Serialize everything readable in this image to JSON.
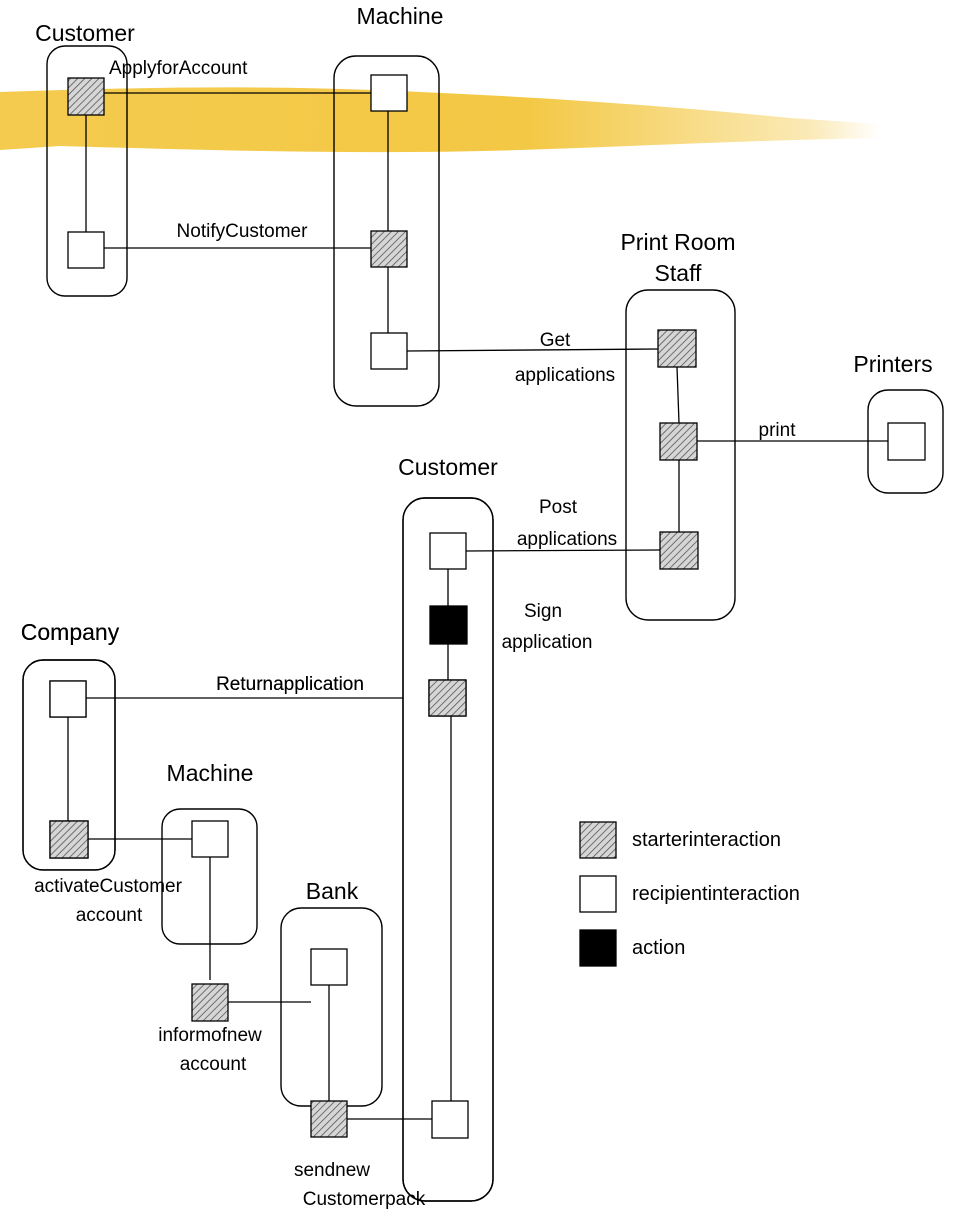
{
  "actors": {
    "customer_top": "Customer",
    "machine_top": "Machine",
    "print_room_staff": [
      "Print Room",
      "Staff"
    ],
    "printers": "Printers",
    "customer_mid": "Customer",
    "company": "Company",
    "machine_bottom": "Machine",
    "bank": "Bank"
  },
  "messages": {
    "apply_for_account": "ApplyforAccount",
    "notify_customer": "NotifyCustomer",
    "get_applications": [
      "Get",
      "applications"
    ],
    "print": "print",
    "post_applications": [
      "Post",
      "applications"
    ],
    "sign_application": [
      "Sign",
      "application"
    ],
    "return_application": "Returnapplication",
    "activate_customer_account": [
      "activateCustomer",
      "account"
    ],
    "inform_of_new_account": [
      "informofnew",
      "account"
    ],
    "send_new_customer_pack": [
      "sendnew",
      "Customerpack"
    ]
  },
  "legend": {
    "starter": "starterinteraction",
    "recipient": "recipientinteraction",
    "action": "action"
  },
  "colors": {
    "background_stripe": "#f2c230",
    "action_fill": "#000000",
    "hatch_fill": "#b8b8b8",
    "recipient_fill": "#ffffff"
  }
}
